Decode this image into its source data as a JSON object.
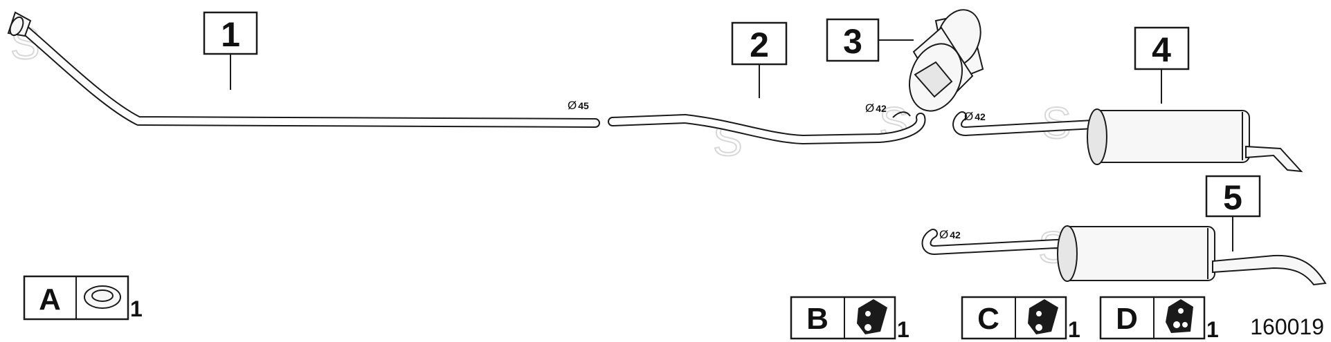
{
  "callouts": [
    "1",
    "2",
    "3",
    "4",
    "5"
  ],
  "diameters": {
    "symbol": "Ø",
    "d1": "45",
    "d2": "42",
    "d3": "42",
    "d4": "42"
  },
  "legend": [
    {
      "letter": "A",
      "qty": "1",
      "icon": "gasket-ring-icon"
    },
    {
      "letter": "B",
      "qty": "1",
      "icon": "rubber-hanger-icon"
    },
    {
      "letter": "C",
      "qty": "1",
      "icon": "rubber-hanger-icon"
    },
    {
      "letter": "D",
      "qty": "1",
      "icon": "rubber-hanger-icon"
    }
  ],
  "watermark": "S",
  "document_number": "160019"
}
